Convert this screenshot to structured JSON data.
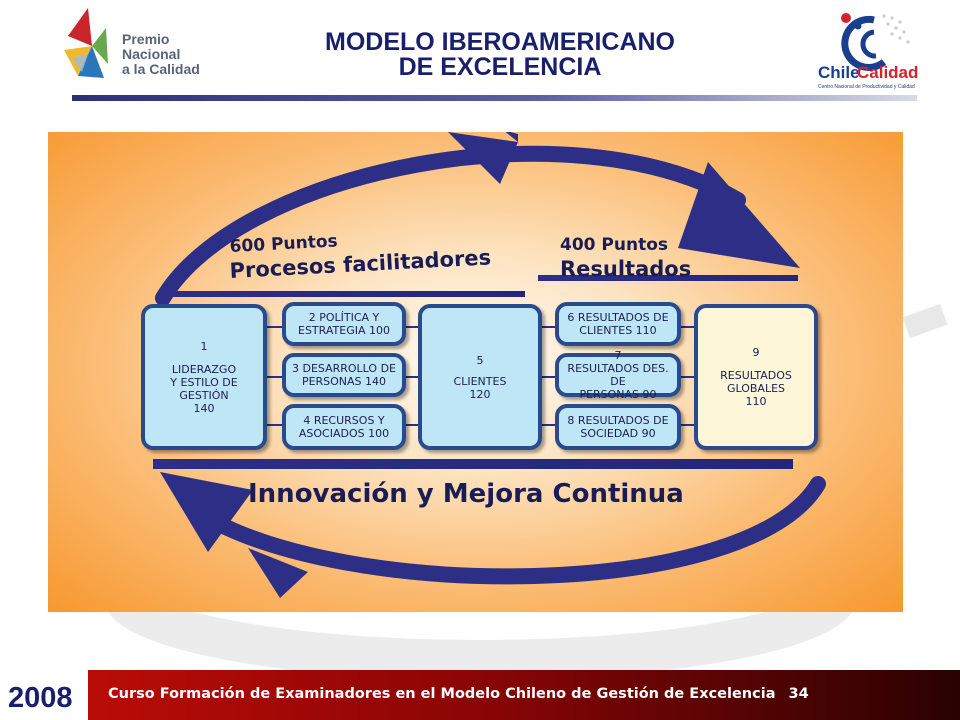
{
  "header": {
    "title_line1": "MODELO IBEROAMERICANO",
    "title_line2": "DE EXCELENCIA",
    "logo_left": {
      "line1": "Premio",
      "line2": "Nacional",
      "line3": "a la Calidad"
    },
    "logo_right": {
      "name_part1": "Chile",
      "name_part2": "Calidad",
      "tagline": "Centro Nacional de Productividad y Calidad"
    }
  },
  "diagram": {
    "top_left_points": "600 Puntos",
    "top_left_title": "Procesos facilitadores",
    "top_right_points": "400 Puntos",
    "top_right_title": "Resultados",
    "bottom_title": "Innovación y Mejora Continua",
    "boxes": [
      {
        "num": "1",
        "text": "LIDERAZGO\nY ESTILO DE\nGESTIÓN\n140"
      },
      {
        "num": "",
        "text": "2 POLÍTICA Y\nESTRATEGIA 100"
      },
      {
        "num": "",
        "text": "3 DESARROLLO DE\nPERSONAS 140"
      },
      {
        "num": "",
        "text": "4 RECURSOS Y\nASOCIADOS 100"
      },
      {
        "num": "5",
        "text": "CLIENTES\n120"
      },
      {
        "num": "",
        "text": "6 RESULTADOS DE\nCLIENTES 110"
      },
      {
        "num": "7",
        "text": "RESULTADOS DES. DE\nPERSONAS 90"
      },
      {
        "num": "",
        "text": "8 RESULTADOS DE\nSOCIEDAD 90"
      },
      {
        "num": "9",
        "text": "RESULTADOS\nGLOBALES\n110"
      }
    ]
  },
  "footer": {
    "text": "Curso Formación de Examinadores en el Modelo Chileno de Gestión de Excelencia",
    "page": "34",
    "year": "2008"
  }
}
